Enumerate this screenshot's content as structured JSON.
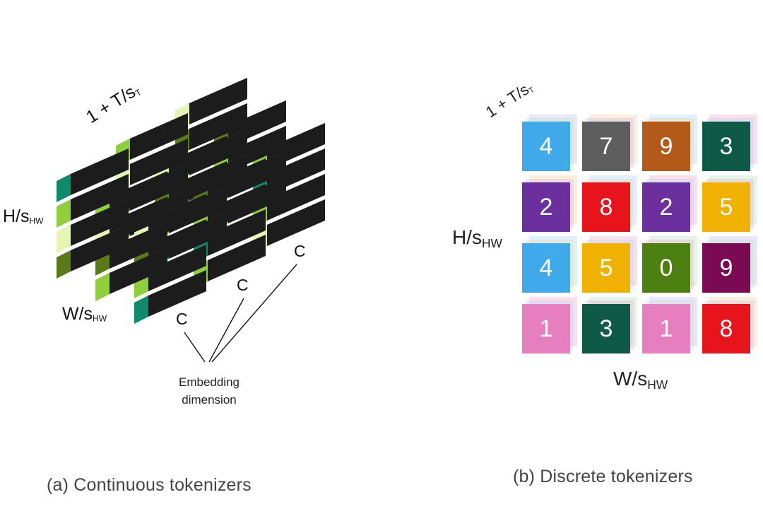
{
  "panel_a": {
    "caption": "(a) Continuous tokenizers",
    "temporal_label": {
      "prefix": "1 + T/s",
      "sub": "T"
    },
    "height_label": {
      "prefix": "H/s",
      "sub": "HW"
    },
    "width_label": {
      "prefix": "W/s",
      "sub": "HW"
    },
    "channel_labels": [
      "C",
      "C",
      "C"
    ],
    "embedding_label_line1": "Embedding",
    "embedding_label_line2": "dimension",
    "colors": {
      "top": "#b6b6b6",
      "side": "#1c1c1c",
      "end_teal": "#0f8a6a",
      "end_lime": "#8fcf3c",
      "end_pale": "#e4f5b4",
      "end_olive": "#5a7a1a"
    }
  },
  "panel_b": {
    "caption": "(b) Discrete tokenizers",
    "temporal_label": {
      "prefix": "1 + T/s",
      "sub": "T"
    },
    "height_label": {
      "prefix": "H/s",
      "sub": "HW"
    },
    "width_label": {
      "prefix": "W/s",
      "sub": "HW"
    },
    "grid": [
      [
        {
          "value": "4",
          "color": "#3fa9e9"
        },
        {
          "value": "7",
          "color": "#5e5e5e"
        },
        {
          "value": "9",
          "color": "#b35a1a"
        },
        {
          "value": "3",
          "color": "#0f5a46"
        }
      ],
      [
        {
          "value": "2",
          "color": "#6b2f9e"
        },
        {
          "value": "8",
          "color": "#e8141c"
        },
        {
          "value": "2",
          "color": "#6b2f9e"
        },
        {
          "value": "5",
          "color": "#f0b100"
        }
      ],
      [
        {
          "value": "4",
          "color": "#3fa9e9"
        },
        {
          "value": "5",
          "color": "#f0b100"
        },
        {
          "value": "0",
          "color": "#4c8010"
        },
        {
          "value": "9",
          "color": "#7a0a52"
        }
      ],
      [
        {
          "value": "1",
          "color": "#e67ec0"
        },
        {
          "value": "3",
          "color": "#0f5a46"
        },
        {
          "value": "1",
          "color": "#e67ec0"
        },
        {
          "value": "8",
          "color": "#e8141c"
        }
      ]
    ]
  }
}
